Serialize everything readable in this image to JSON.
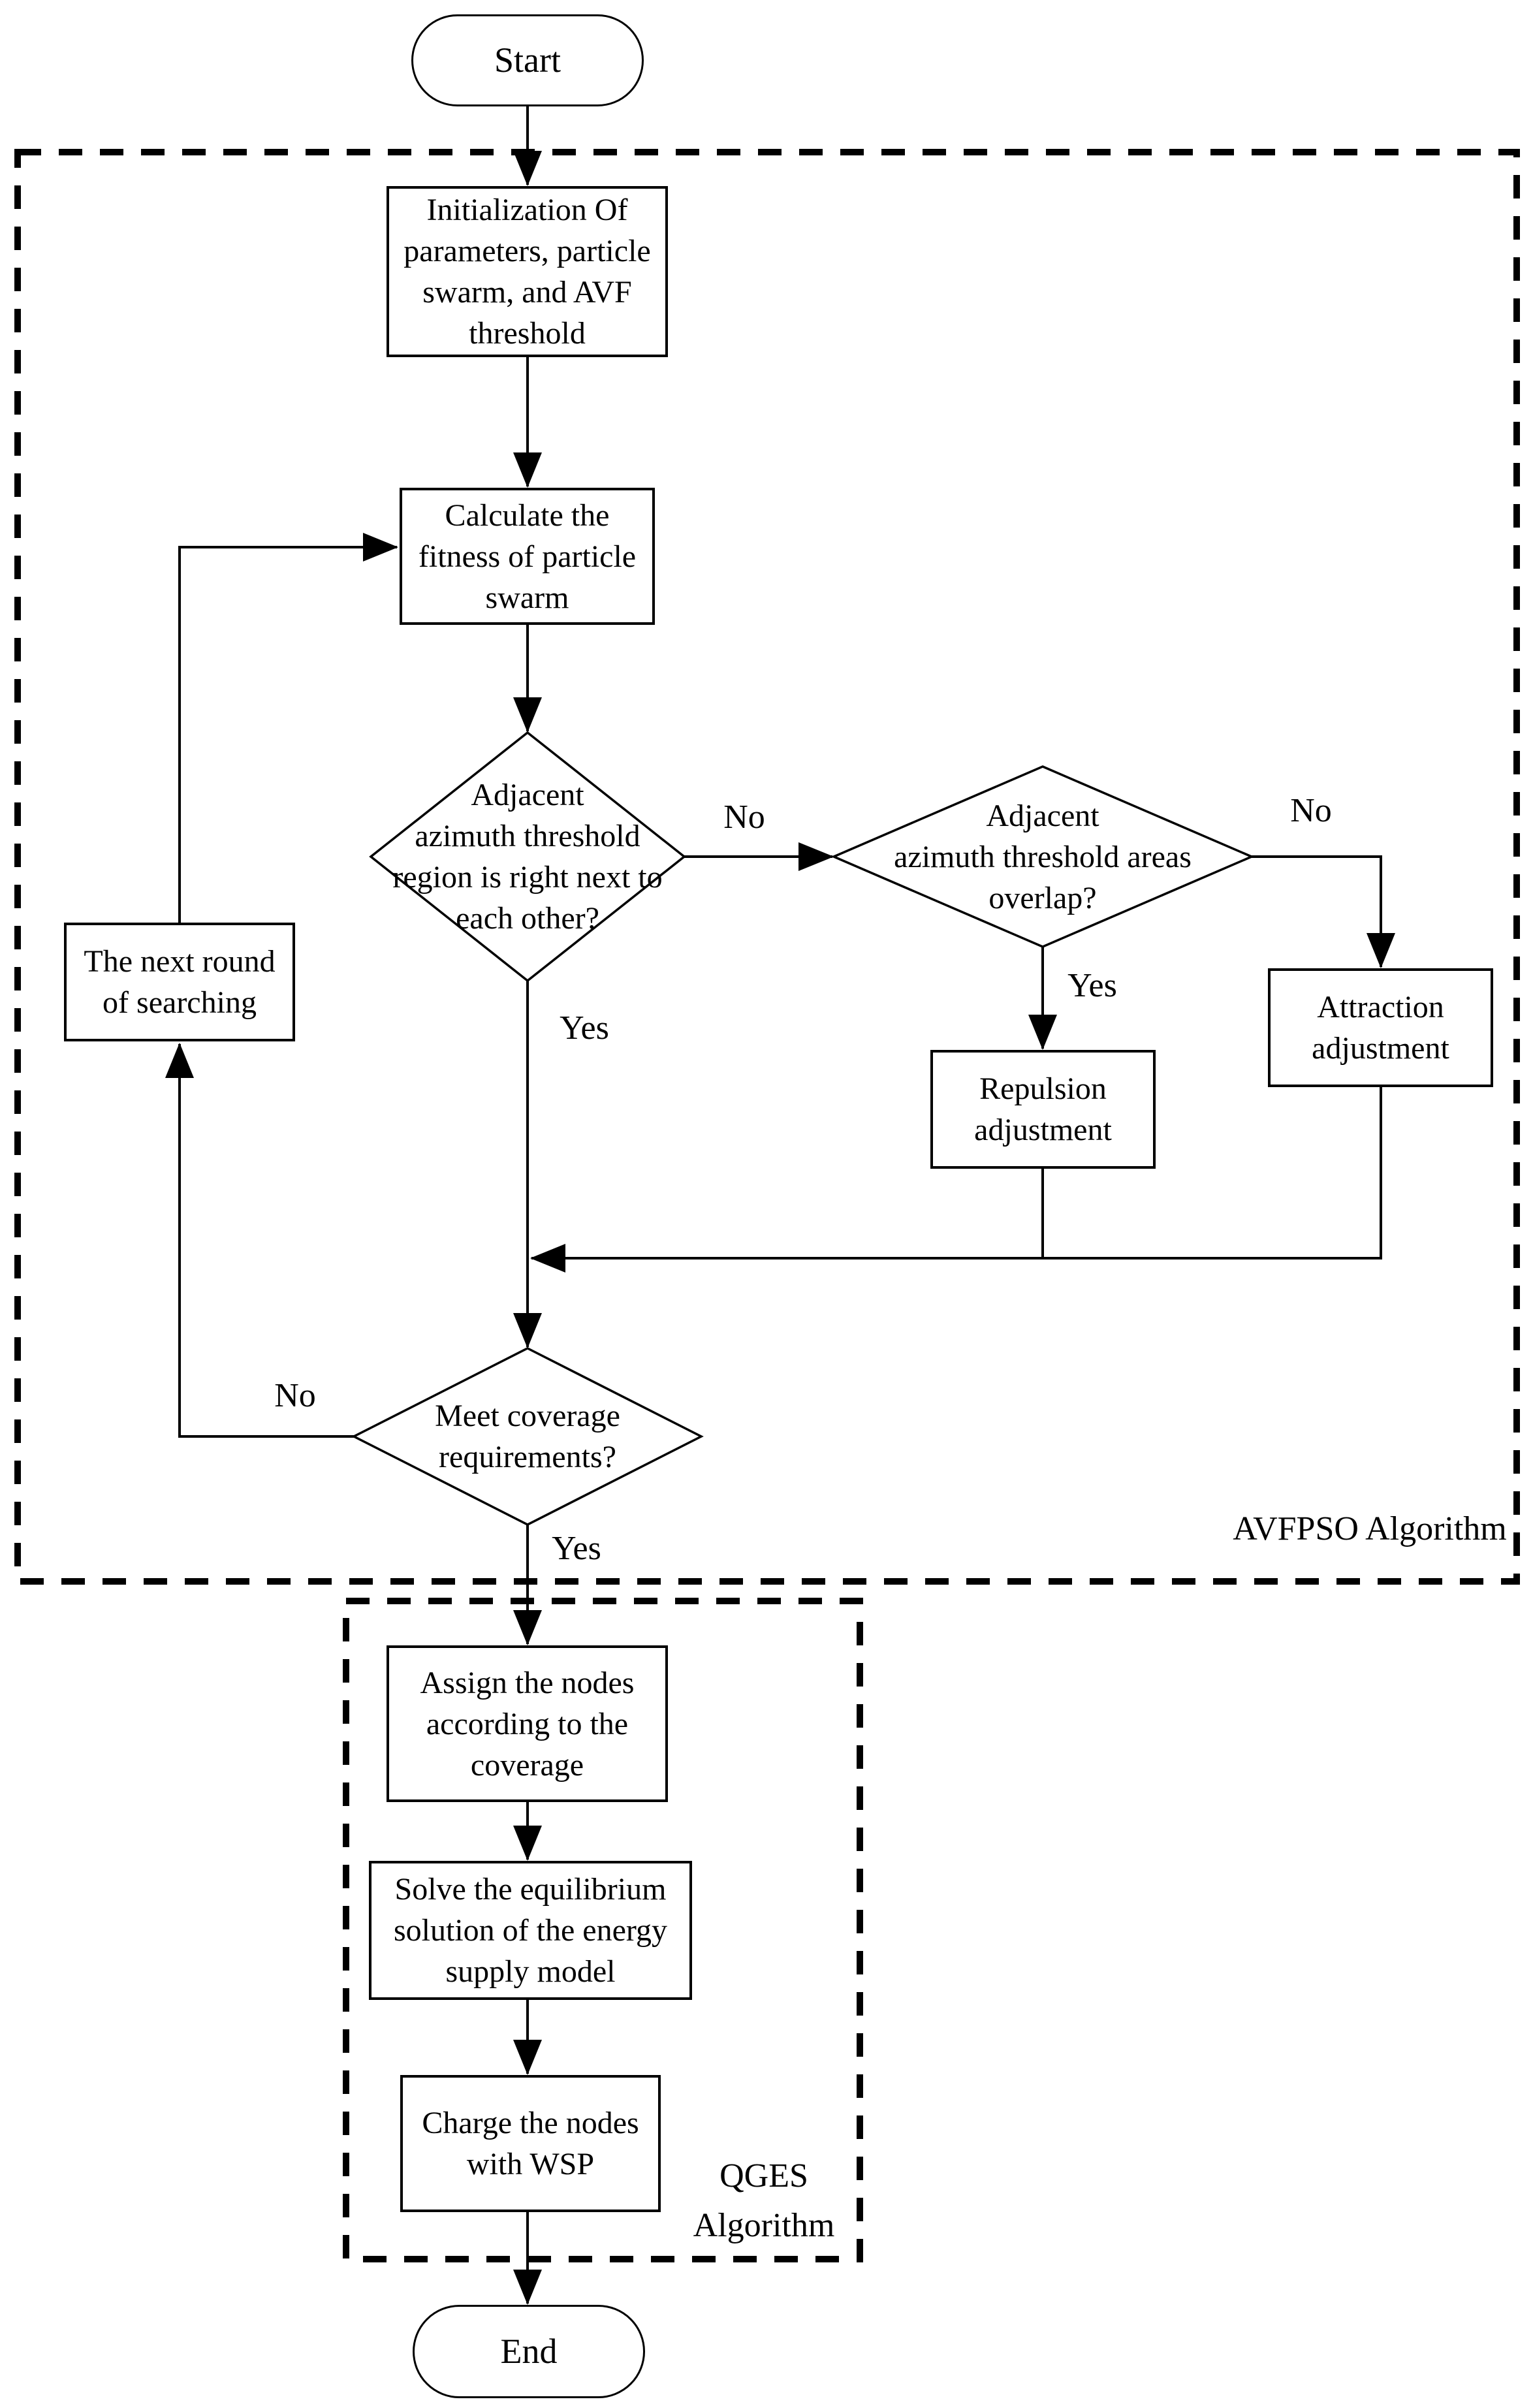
{
  "page": {
    "background": "#ffffff",
    "line_color": "#000000"
  },
  "flowchart": {
    "nodes": {
      "start": {
        "label": "Start",
        "type": "terminator"
      },
      "init": {
        "label": "Initialization Of\nparameters, particle\nswarm, and AVF\nthreshold",
        "type": "process"
      },
      "calc": {
        "label": "Calculate the\nfitness of particle\nswarm",
        "type": "process"
      },
      "adjacent_region": {
        "label": "Adjacent\nazimuth threshold\nregion is right next to\neach other?",
        "type": "decision"
      },
      "areas_overlap": {
        "label": "Adjacent\nazimuth threshold areas\noverlap?",
        "type": "decision"
      },
      "repulsion": {
        "label": "Repulsion\nadjustment",
        "type": "process"
      },
      "attraction": {
        "label": "Attraction\nadjustment",
        "type": "process"
      },
      "next_round": {
        "label": "The next round\nof searching",
        "type": "process"
      },
      "coverage": {
        "label": "Meet coverage\nrequirements?",
        "type": "decision"
      },
      "assign": {
        "label": "Assign the  nodes\naccording to the\ncoverage",
        "type": "process"
      },
      "solve": {
        "label": "Solve the equilibrium\nsolution of the energy\nsupply model",
        "type": "process"
      },
      "charge": {
        "label": "Charge the nodes\nwith WSP",
        "type": "process"
      },
      "end": {
        "label": "End",
        "type": "terminator"
      }
    },
    "edge_labels": {
      "adjacent_region_no": "No",
      "adjacent_region_yes": "Yes",
      "areas_overlap_no": "No",
      "areas_overlap_yes": "Yes",
      "coverage_no": "No",
      "coverage_yes": "Yes"
    },
    "regions": {
      "avfpso_label": "AVFPSO Algorithm",
      "qges_label": "QGES\nAlgorithm"
    }
  }
}
